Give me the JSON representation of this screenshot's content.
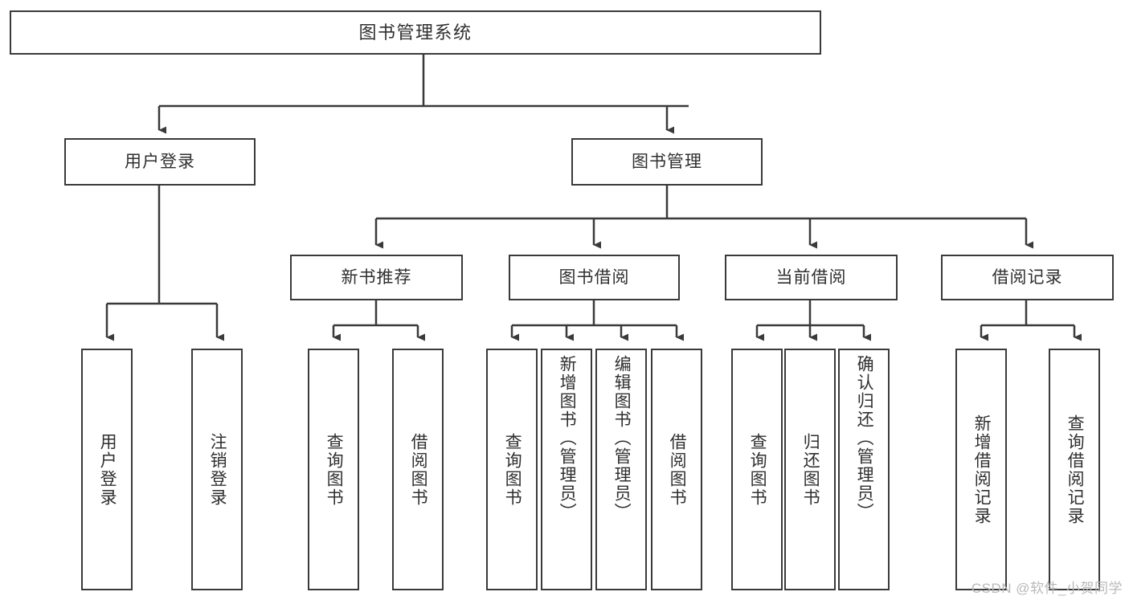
{
  "diagram": {
    "type": "tree",
    "title": "图书管理系统",
    "orientation": "top-down",
    "colors": {
      "box_border": "#3a3a3a",
      "box_fill": "#ffffff",
      "text": "#2f2f2f",
      "connector": "#3a3a3a",
      "watermark": "#b9b9b9",
      "background": "#ffffff"
    },
    "root": {
      "label": "图书管理系统"
    },
    "level2": [
      {
        "id": "user-login",
        "label": "用户登录"
      },
      {
        "id": "book-manage",
        "label": "图书管理"
      }
    ],
    "level3": [
      {
        "id": "new-book-rec",
        "label": "新书推荐",
        "parent": "book-manage"
      },
      {
        "id": "book-borrow",
        "label": "图书借阅",
        "parent": "book-manage"
      },
      {
        "id": "current-borrow",
        "label": "当前借阅",
        "parent": "book-manage"
      },
      {
        "id": "borrow-record",
        "label": "借阅记录",
        "parent": "book-manage"
      }
    ],
    "leaves": [
      {
        "id": "leaf-user-login",
        "label": "用户登录",
        "parent": "user-login"
      },
      {
        "id": "leaf-logout",
        "label": "注销登录",
        "parent": "user-login"
      },
      {
        "id": "leaf-query-book-1",
        "label": "查询图书",
        "parent": "new-book-rec"
      },
      {
        "id": "leaf-borrow-book-1",
        "label": "借阅图书",
        "parent": "new-book-rec"
      },
      {
        "id": "leaf-query-book-2",
        "label": "查询图书",
        "parent": "book-borrow"
      },
      {
        "id": "leaf-add-book",
        "label": "新增图书（管理员）",
        "parent": "book-borrow"
      },
      {
        "id": "leaf-edit-book",
        "label": "编辑图书（管理员）",
        "parent": "book-borrow"
      },
      {
        "id": "leaf-borrow-book-2",
        "label": "借阅图书",
        "parent": "book-borrow"
      },
      {
        "id": "leaf-query-book-3",
        "label": "查询图书",
        "parent": "current-borrow"
      },
      {
        "id": "leaf-return-book",
        "label": "归还图书",
        "parent": "current-borrow"
      },
      {
        "id": "leaf-confirm-return",
        "label": "确认归还（管理员）",
        "parent": "current-borrow"
      },
      {
        "id": "leaf-add-record",
        "label": "新增借阅记录",
        "parent": "borrow-record"
      },
      {
        "id": "leaf-query-record",
        "label": "查询借阅记录",
        "parent": "borrow-record"
      }
    ],
    "watermark": "CSDN @软件_小贺同学"
  }
}
